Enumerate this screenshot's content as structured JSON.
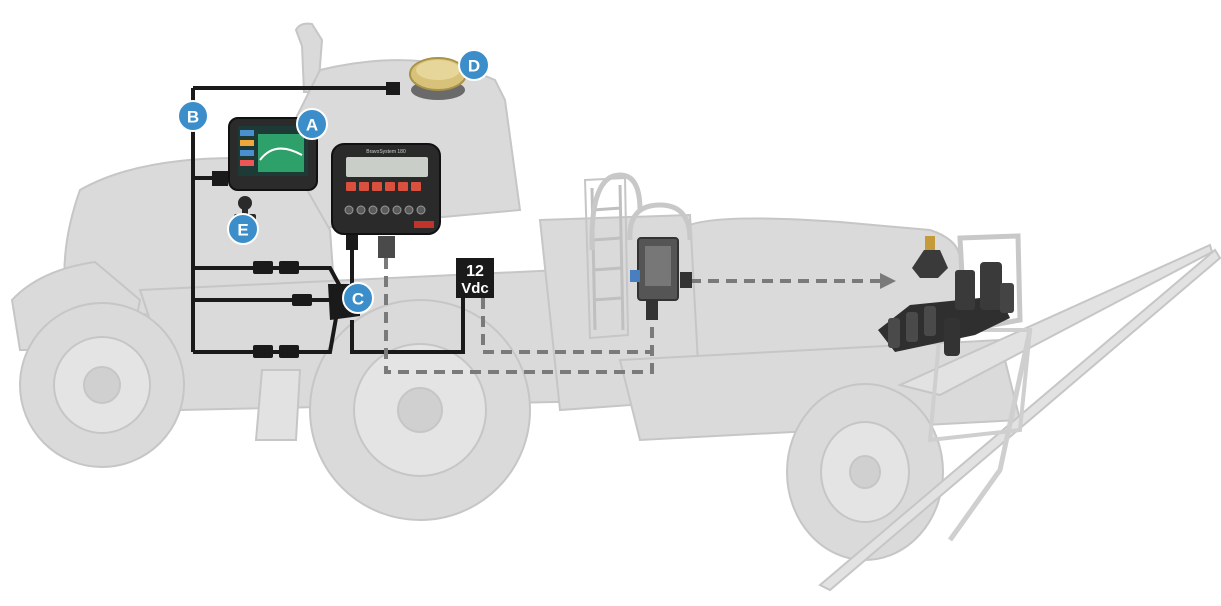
{
  "callouts": {
    "a": "A",
    "b": "B",
    "c": "C",
    "d": "D",
    "e": "E"
  },
  "power_box": {
    "line1": "12",
    "line2": "Vdc"
  },
  "controller_brand": "BravoSystem 180",
  "colors": {
    "callout_fill": "#3b8ec9",
    "cable": "#1a1a1a",
    "dashed_cable": "#7a7a7a",
    "vehicle_body": "#d9d9d9",
    "vehicle_edge": "#c4c4c4",
    "antenna": "#d8c27a",
    "controller_button": "#d9503f",
    "screen_green": "#2ea06a"
  }
}
